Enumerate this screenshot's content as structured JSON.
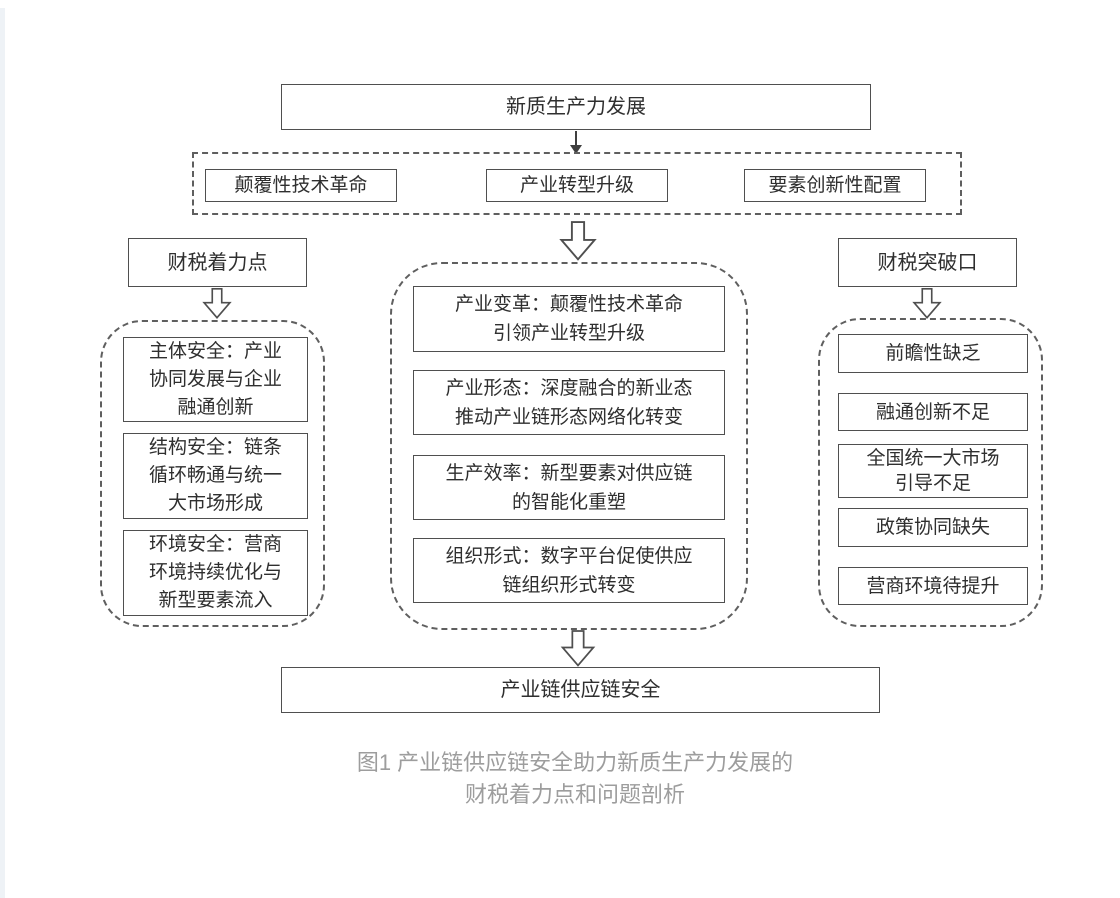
{
  "diagram": {
    "top_box": "新质生产力发展",
    "drivers": [
      "颠覆性技术革命",
      "产业转型升级",
      "要素创新性配置"
    ],
    "left_column": {
      "header": "财税着力点",
      "items": [
        "主体安全：产业\n协同发展与企业\n融通创新",
        "结构安全：链条\n循环畅通与统一\n大市场形成",
        "环境安全：营商\n环境持续优化与\n新型要素流入"
      ]
    },
    "middle_column": {
      "items": [
        "产业变革：颠覆性技术革命\n引领产业转型升级",
        "产业形态：深度融合的新业态\n推动产业链形态网络化转变",
        "生产效率：新型要素对供应链\n的智能化重塑",
        "组织形式：数字平台促使供应\n链组织形式转变"
      ]
    },
    "right_column": {
      "header": "财税突破口",
      "items": [
        "前瞻性缺乏",
        "融通创新不足",
        "全国统一大市场\n引导不足",
        "政策协同缺失",
        "营商环境待提升"
      ]
    },
    "bottom_box": "产业链供应链安全",
    "caption": "图1 产业链供应链安全助力新质生产力发展的\n财税着力点和问题剖析"
  },
  "colors": {
    "box_border": "#4f4f4f",
    "dashed_border": "#5f5f5f",
    "text": "#2f2f2f",
    "caption_text": "#9d9d9d",
    "background": "#ffffff"
  }
}
